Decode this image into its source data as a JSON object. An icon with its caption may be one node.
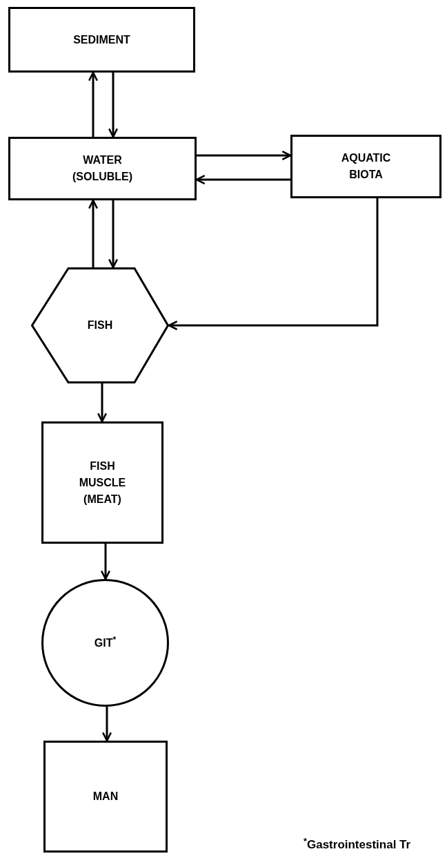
{
  "diagram": {
    "nodes": [
      {
        "text": [
          "SEDIMENT"
        ]
      },
      {
        "text": [
          "WATER (SOLUBLE)"
        ]
      },
      {
        "text": [
          "AQUATIC BIOTA"
        ]
      },
      {
        "text": [
          "FISH"
        ]
      },
      {
        "text": [
          "FISH MUSCLE (MEAT)"
        ]
      },
      {
        "text": [
          "GIT$^{*}$"
        ]
      },
      {
        "text": [
          "MAN"
        ]
      }
    ],
    "edges": [
      {
        "from": 1,
        "to": 0,
        "arrow": "to"
      },
      {
        "from": 0,
        "to": 1,
        "arrow": "to"
      },
      {
        "from": 1,
        "to": 2,
        "arrow": "to"
      },
      {
        "from": 2,
        "to": 1,
        "arrow": "to"
      },
      {
        "from": 1,
        "to": 3,
        "arrow": "to"
      },
      {
        "from": 3,
        "to": 1,
        "arrow": "to"
      },
      {
        "from": 2,
        "to": 3,
        "arrow": "to"
      },
      {
        "from": 3,
        "to": 4,
        "arrow": "to"
      },
      {
        "from": 4,
        "to": 5,
        "arrow": "to"
      },
      {
        "from": 5,
        "to": 6,
        "arrow": "to"
      }
    ],
    "labels": [
      "$^{*}$Gastrointestinal Tr"
    ]
  }
}
